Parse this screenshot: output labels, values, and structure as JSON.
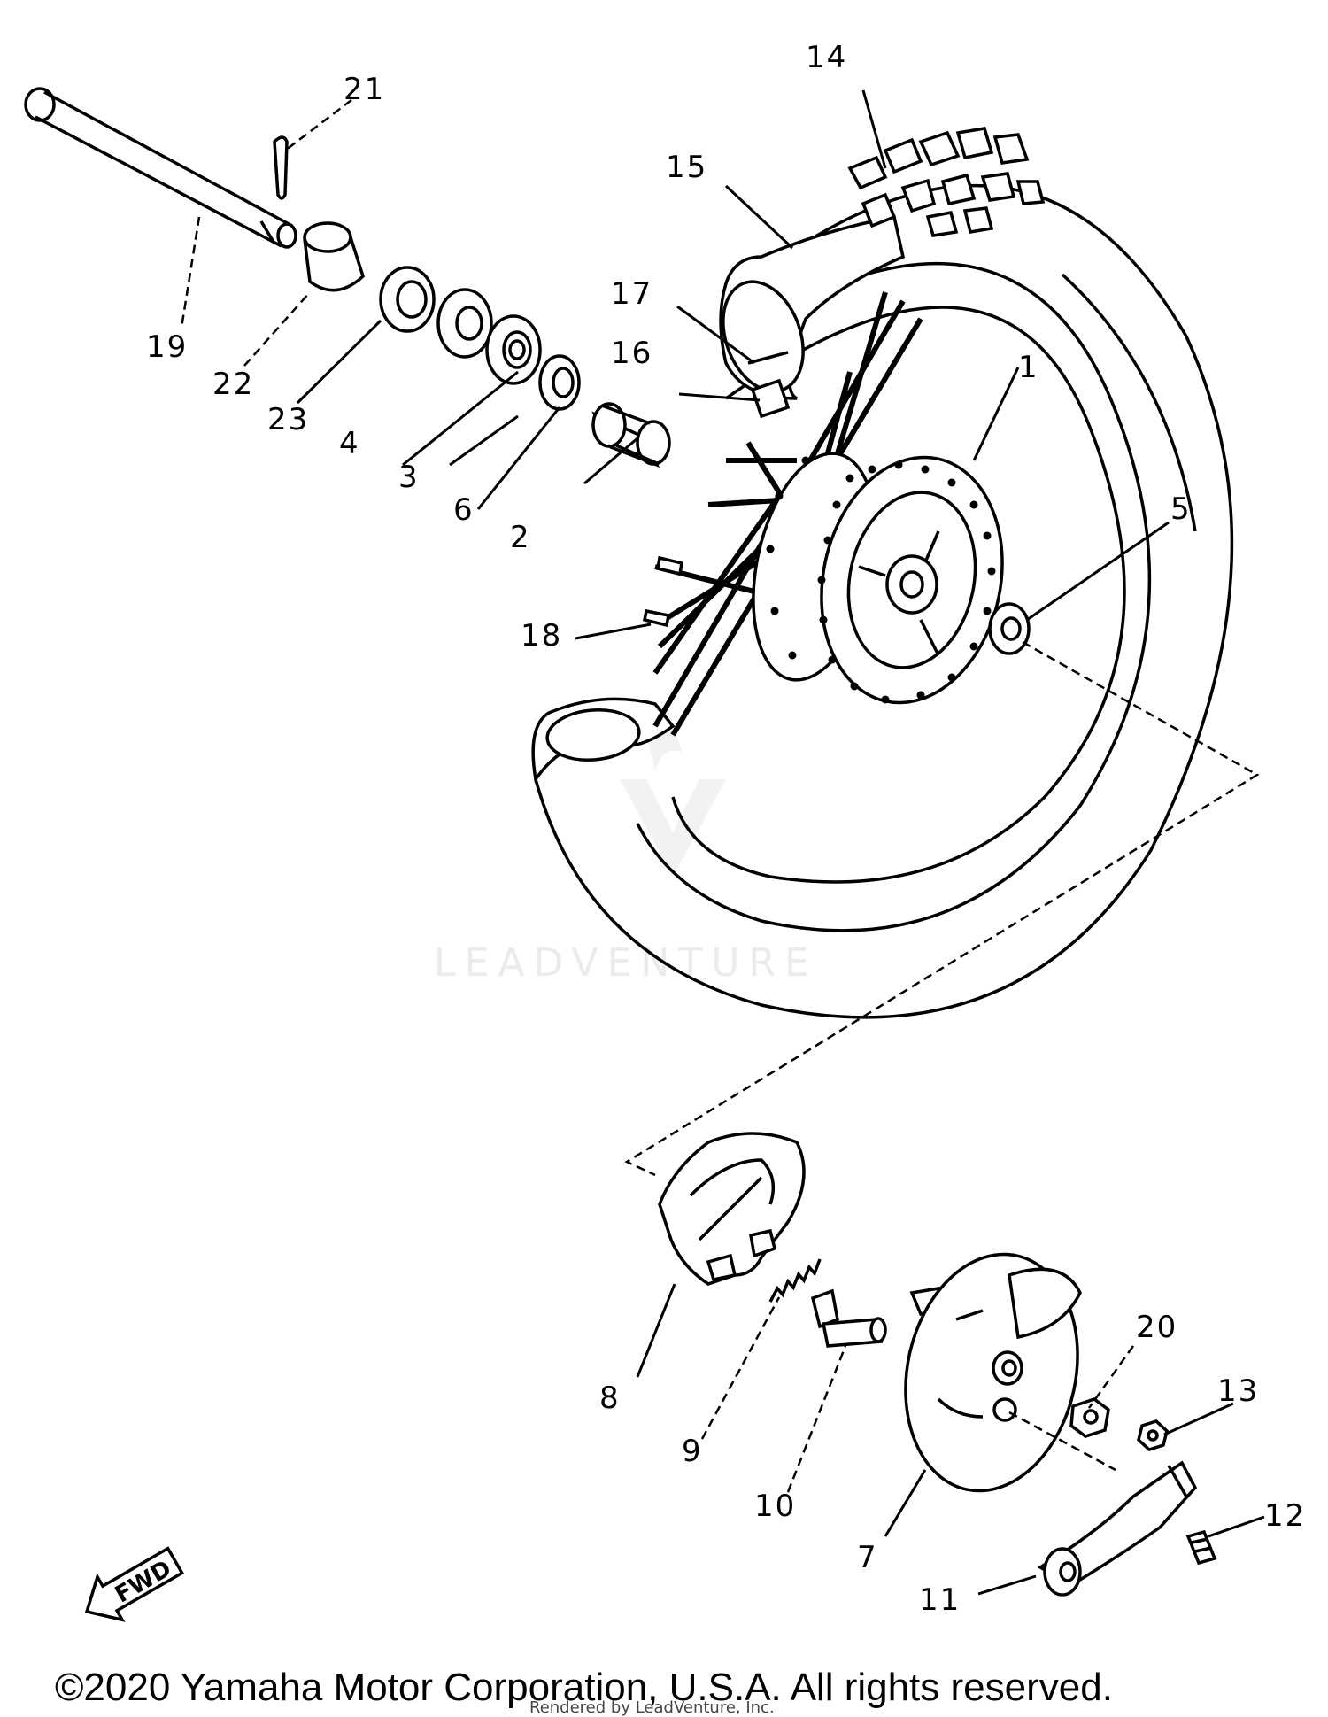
{
  "watermark": "LEADVENTURE",
  "fwd_label": "FWD",
  "copyright": "©2020 Yamaha Motor Corporation, U.S.A. All rights reserved.",
  "rendered_by": "Rendered by LeadVenture, Inc.",
  "callouts": {
    "c1": "1",
    "c2": "2",
    "c3": "3",
    "c4": "4",
    "c5": "5",
    "c6": "6",
    "c7": "7",
    "c8": "8",
    "c9": "9",
    "c10": "10",
    "c11": "11",
    "c12": "12",
    "c13": "13",
    "c14": "14",
    "c15": "15",
    "c16": "16",
    "c17": "17",
    "c18": "18",
    "c19": "19",
    "c20": "20",
    "c21": "21",
    "c22": "22",
    "c23": "23"
  }
}
